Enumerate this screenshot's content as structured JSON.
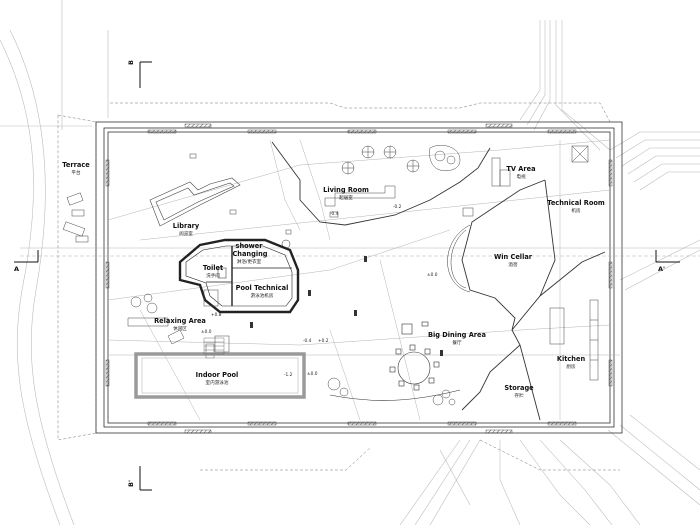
{
  "rooms": [
    {
      "id": "terrace",
      "label": "Terrace",
      "sub": "平台"
    },
    {
      "id": "living",
      "label": "Living Room",
      "sub": "起居室"
    },
    {
      "id": "tv",
      "label": "TV Area",
      "sub": "电视"
    },
    {
      "id": "technical",
      "label": "Technical Room",
      "sub": "机房"
    },
    {
      "id": "library",
      "label": "Library",
      "sub": "阅览室"
    },
    {
      "id": "shower",
      "label": "shower",
      "sub": ""
    },
    {
      "id": "changing",
      "label": "Changing",
      "sub": "淋浴/更衣室"
    },
    {
      "id": "toilet",
      "label": "Toilet",
      "sub": "洗手间"
    },
    {
      "id": "pooltech",
      "label": "Pool Technical",
      "sub": "游泳池机房"
    },
    {
      "id": "wine",
      "label": "Win Cellar",
      "sub": "酒窖"
    },
    {
      "id": "relax",
      "label": "Relaxing Area",
      "sub": "休闲区"
    },
    {
      "id": "dining",
      "label": "Big Dining Area",
      "sub": "餐厅"
    },
    {
      "id": "kitchen",
      "label": "Kitchen",
      "sub": "厨房"
    },
    {
      "id": "pool",
      "label": "Indoor Pool",
      "sub": "室内游泳池"
    },
    {
      "id": "storage",
      "label": "Storage",
      "sub": "存贮"
    }
  ],
  "levels": [
    {
      "id": "lv1",
      "text": "-0.4"
    },
    {
      "id": "lv2",
      "text": "-0.2"
    },
    {
      "id": "lv3",
      "text": "±0.0"
    },
    {
      "id": "lv4",
      "text": "±0.0"
    },
    {
      "id": "lv5",
      "text": "+0.8"
    },
    {
      "id": "lv6",
      "text": "-0.4"
    },
    {
      "id": "lv7",
      "text": "+0.2"
    },
    {
      "id": "lv8",
      "text": "-1.2"
    },
    {
      "id": "lv9",
      "text": "±0.0"
    }
  ],
  "section_marks": [
    {
      "id": "b-top",
      "text": "B"
    },
    {
      "id": "b-bottom",
      "text": "B'"
    },
    {
      "id": "a-left",
      "text": "A"
    },
    {
      "id": "a-right",
      "text": "A'"
    }
  ],
  "colors": {
    "line": "#333333",
    "light": "#a8a8a8",
    "pool": "#9a9a9a",
    "hatch": "#555555"
  }
}
